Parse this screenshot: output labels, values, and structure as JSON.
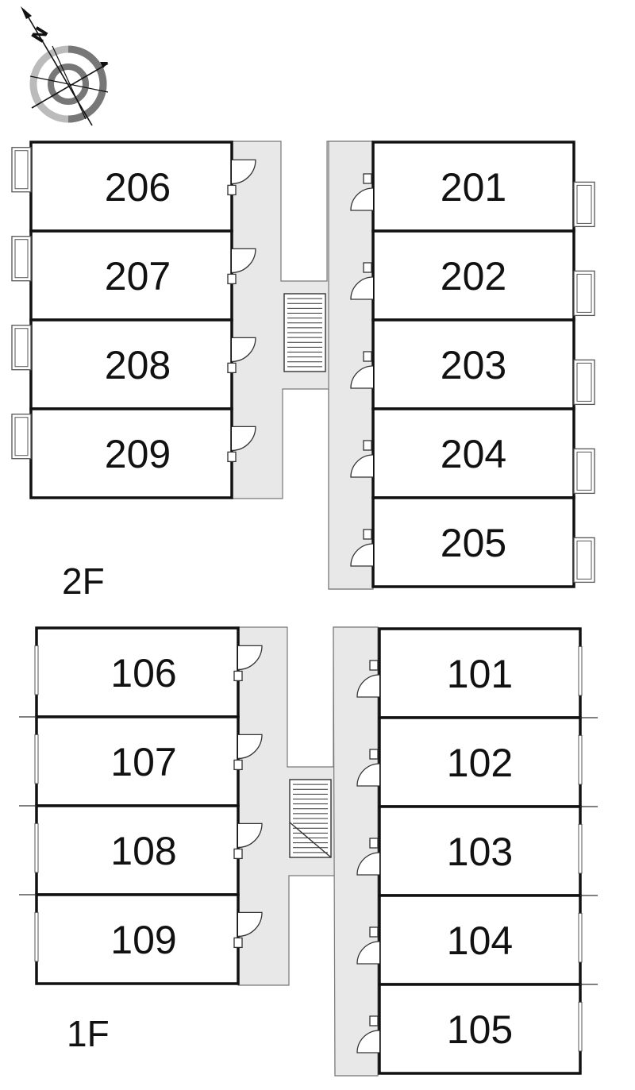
{
  "compass": {
    "north_label": "N",
    "icon": "compass-rose-icon"
  },
  "colors": {
    "corridor": "#e8e8e8",
    "wall": "#111111",
    "balcony": "#555555",
    "compass_dark": "#777777",
    "compass_light": "#bbbbbb"
  },
  "floors": {
    "second": {
      "label": "2F",
      "left_units": [
        "206",
        "207",
        "208",
        "209"
      ],
      "right_units": [
        "201",
        "202",
        "203",
        "204",
        "205"
      ]
    },
    "first": {
      "label": "1F",
      "left_units": [
        "106",
        "107",
        "108",
        "109"
      ],
      "right_units": [
        "101",
        "102",
        "103",
        "104",
        "105"
      ]
    }
  }
}
